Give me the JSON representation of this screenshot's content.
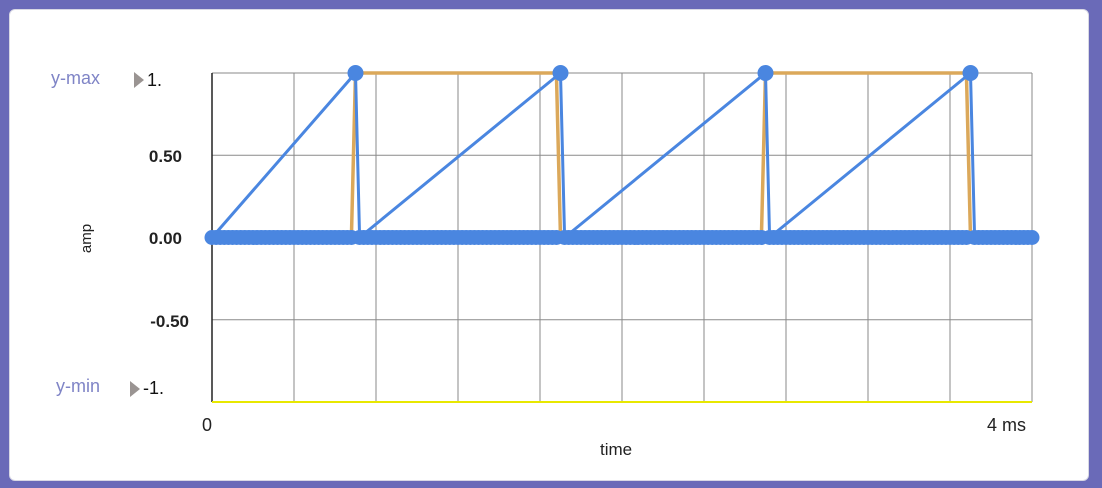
{
  "chart_data": {
    "type": "line",
    "xlabel": "time",
    "ylabel": "amp",
    "x_unit": "ms",
    "xlim": [
      0,
      4
    ],
    "ylim": [
      -1,
      1
    ],
    "grid": true,
    "x_tick_labels": [
      "0",
      "4 ms"
    ],
    "y_tick_labels": [
      "0.50",
      "0.00",
      "-0.50"
    ],
    "y_max": {
      "label": "y-max",
      "value": "1."
    },
    "y_min": {
      "label": "y-min",
      "value": "-1."
    },
    "series": [
      {
        "color": "#dba85a",
        "x": [
          0,
          0.68,
          0.7,
          1.68,
          1.7,
          2.68,
          2.7,
          3.68,
          3.7,
          4.0
        ],
        "y": [
          0,
          0,
          1,
          1,
          0,
          0,
          1,
          1,
          0,
          0
        ]
      },
      {
        "color": "#4a86e0",
        "marker": "circle",
        "x": [
          0,
          0.7,
          0.72,
          1.7,
          1.72,
          2.7,
          2.72,
          3.7,
          3.72,
          4.0
        ],
        "y": [
          0,
          1,
          0,
          1,
          0,
          1,
          0,
          1,
          0,
          0
        ]
      }
    ],
    "threshold_line": {
      "y": -1,
      "color": "#e8e800"
    }
  }
}
